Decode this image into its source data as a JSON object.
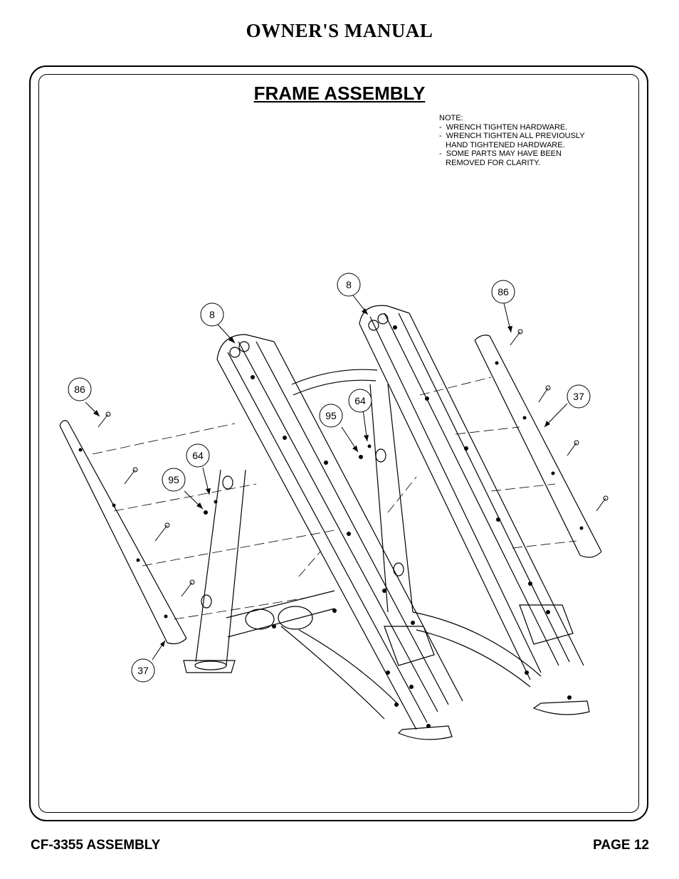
{
  "header": {
    "title": "OWNER'S MANUAL"
  },
  "section": {
    "title": "FRAME ASSEMBLY"
  },
  "note": {
    "label": "NOTE:",
    "lines": [
      "-  WRENCH TIGHTEN HARDWARE.",
      "-  WRENCH TIGHTEN ALL PREVIOUSLY\n   HAND TIGHTENED HARDWARE.",
      "-  SOME PARTS MAY HAVE BEEN\n   REMOVED FOR CLARITY."
    ]
  },
  "callouts": {
    "c1": "8",
    "c2": "8",
    "c3": "86",
    "c4": "86",
    "c5": "64",
    "c6": "95",
    "c7": "64",
    "c8": "95",
    "c9": "37",
    "c10": "37"
  },
  "footer": {
    "left": "CF-3355 ASSEMBLY",
    "right": "PAGE 12"
  }
}
